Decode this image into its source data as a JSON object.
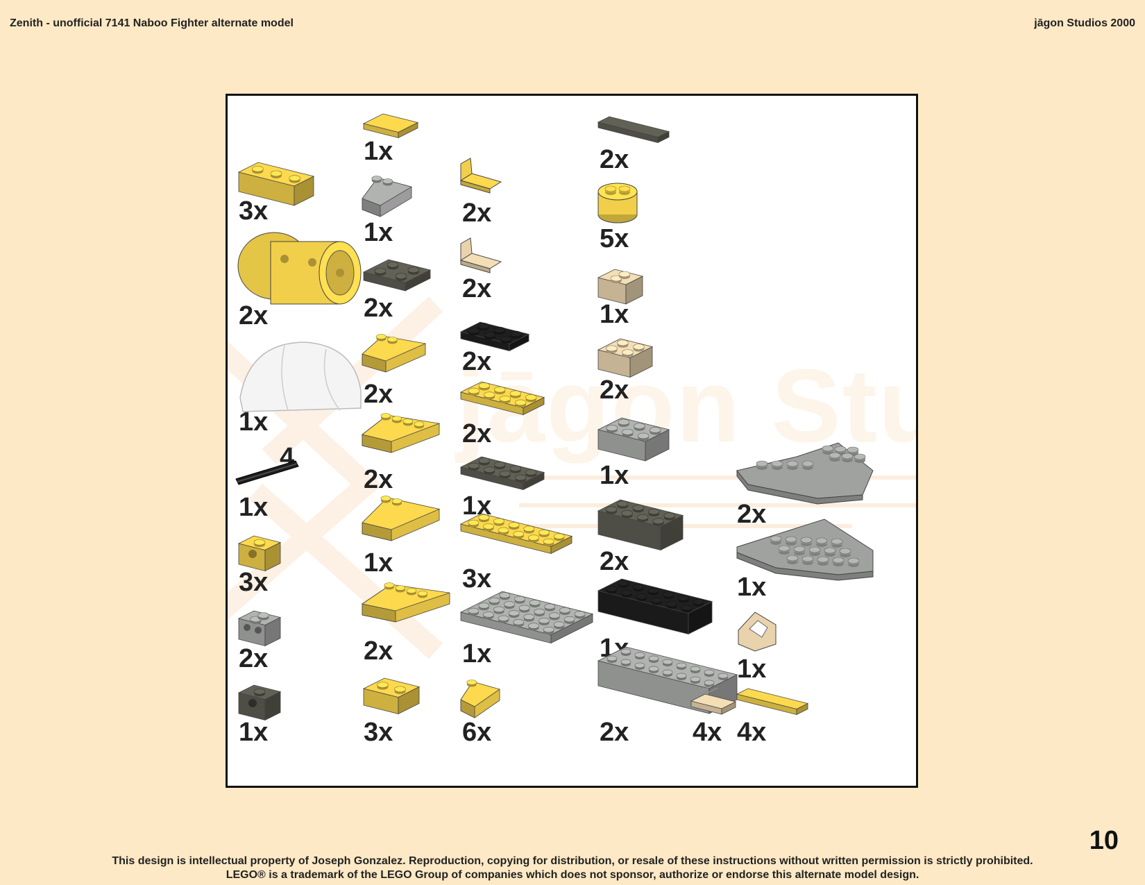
{
  "header": {
    "title": "Zenith - unofficial 7141 Naboo Fighter alternate model",
    "studio": "jāgon Studios 2000"
  },
  "watermark": "jāgon Studios",
  "step_number": "4",
  "page_number": "10",
  "footer": {
    "line1": "This design is intellectual property of Joseph Gonzalez.  Reproduction, copying for distribution, or resale of these instructions without written permission is strictly prohibited.",
    "line2": "LEGO® is a trademark of the LEGO Group of companies which does not sponsor, authorize or endorse this alternate model design."
  },
  "colors": {
    "page_background": "#fde9c5",
    "yellow": "#f1cf4a",
    "light_gray": "#a8aaa8",
    "dark_gray": "#5c5c52",
    "black": "#1e1e1e",
    "tan": "#e8d3ad",
    "clear": "#f4f4f4"
  },
  "parts": [
    {
      "id": "slope-wedge-yellow",
      "color": "yellow",
      "quantity": "3x"
    },
    {
      "id": "engine-yellow",
      "color": "yellow",
      "quantity": "2x"
    },
    {
      "id": "canopy-clear",
      "color": "clear",
      "quantity": "1x"
    },
    {
      "id": "axle-black",
      "color": "black",
      "quantity": "1x"
    },
    {
      "id": "technic-brick-1x1-yellow",
      "color": "yellow",
      "quantity": "3x"
    },
    {
      "id": "technic-brick-1x2-gray",
      "color": "light_gray",
      "quantity": "2x"
    },
    {
      "id": "technic-brick-1x1-darkgray",
      "color": "dark_gray",
      "quantity": "1x"
    },
    {
      "id": "tile-1x2-yellow",
      "color": "yellow",
      "quantity": "1x"
    },
    {
      "id": "slope-2x2-gray",
      "color": "light_gray",
      "quantity": "1x"
    },
    {
      "id": "inv-slope-darkgray",
      "color": "dark_gray",
      "quantity": "2x"
    },
    {
      "id": "slope-yellow-a",
      "color": "yellow",
      "quantity": "2x"
    },
    {
      "id": "slope-yellow-b",
      "color": "yellow",
      "quantity": "2x"
    },
    {
      "id": "slope-yellow-c",
      "color": "yellow",
      "quantity": "1x"
    },
    {
      "id": "slope-yellow-d",
      "color": "yellow",
      "quantity": "2x"
    },
    {
      "id": "slope-yellow-e",
      "color": "yellow",
      "quantity": "3x"
    },
    {
      "id": "bracket-yellow",
      "color": "yellow",
      "quantity": "2x"
    },
    {
      "id": "bracket-tan",
      "color": "tan",
      "quantity": "2x"
    },
    {
      "id": "plate-2x3-black",
      "color": "black",
      "quantity": "2x"
    },
    {
      "id": "plate-2x4-yellow",
      "color": "yellow",
      "quantity": "2x"
    },
    {
      "id": "plate-2x4-darkgray",
      "color": "dark_gray",
      "quantity": "1x"
    },
    {
      "id": "plate-2x6-yellow",
      "color": "yellow",
      "quantity": "3x"
    },
    {
      "id": "plate-4x6-gray",
      "color": "light_gray",
      "quantity": "1x"
    },
    {
      "id": "slope-small-yellow",
      "color": "yellow",
      "quantity": "6x"
    },
    {
      "id": "tile-1x4-darkgray",
      "color": "dark_gray",
      "quantity": "2x"
    },
    {
      "id": "round-brick-yellow",
      "color": "yellow",
      "quantity": "5x"
    },
    {
      "id": "brick-1x2-tan",
      "color": "tan",
      "quantity": "1x"
    },
    {
      "id": "brick-2x2-tan",
      "color": "tan",
      "quantity": "2x"
    },
    {
      "id": "brick-2x3-gray",
      "color": "light_gray",
      "quantity": "1x"
    },
    {
      "id": "brick-2x4-darkgray",
      "color": "dark_gray",
      "quantity": "2x"
    },
    {
      "id": "brick-2x6-black",
      "color": "black",
      "quantity": "1x"
    },
    {
      "id": "brick-2x8-gray",
      "color": "light_gray",
      "quantity": "2x"
    },
    {
      "id": "grille-tan",
      "color": "tan",
      "quantity": "4x"
    },
    {
      "id": "wing-gray-a",
      "color": "light_gray",
      "quantity": "2x"
    },
    {
      "id": "wing-gray-b",
      "color": "light_gray",
      "quantity": "1x"
    },
    {
      "id": "handle-tan",
      "color": "tan",
      "quantity": "1x"
    },
    {
      "id": "tile-1x4-yellow",
      "color": "yellow",
      "quantity": "4x"
    }
  ]
}
